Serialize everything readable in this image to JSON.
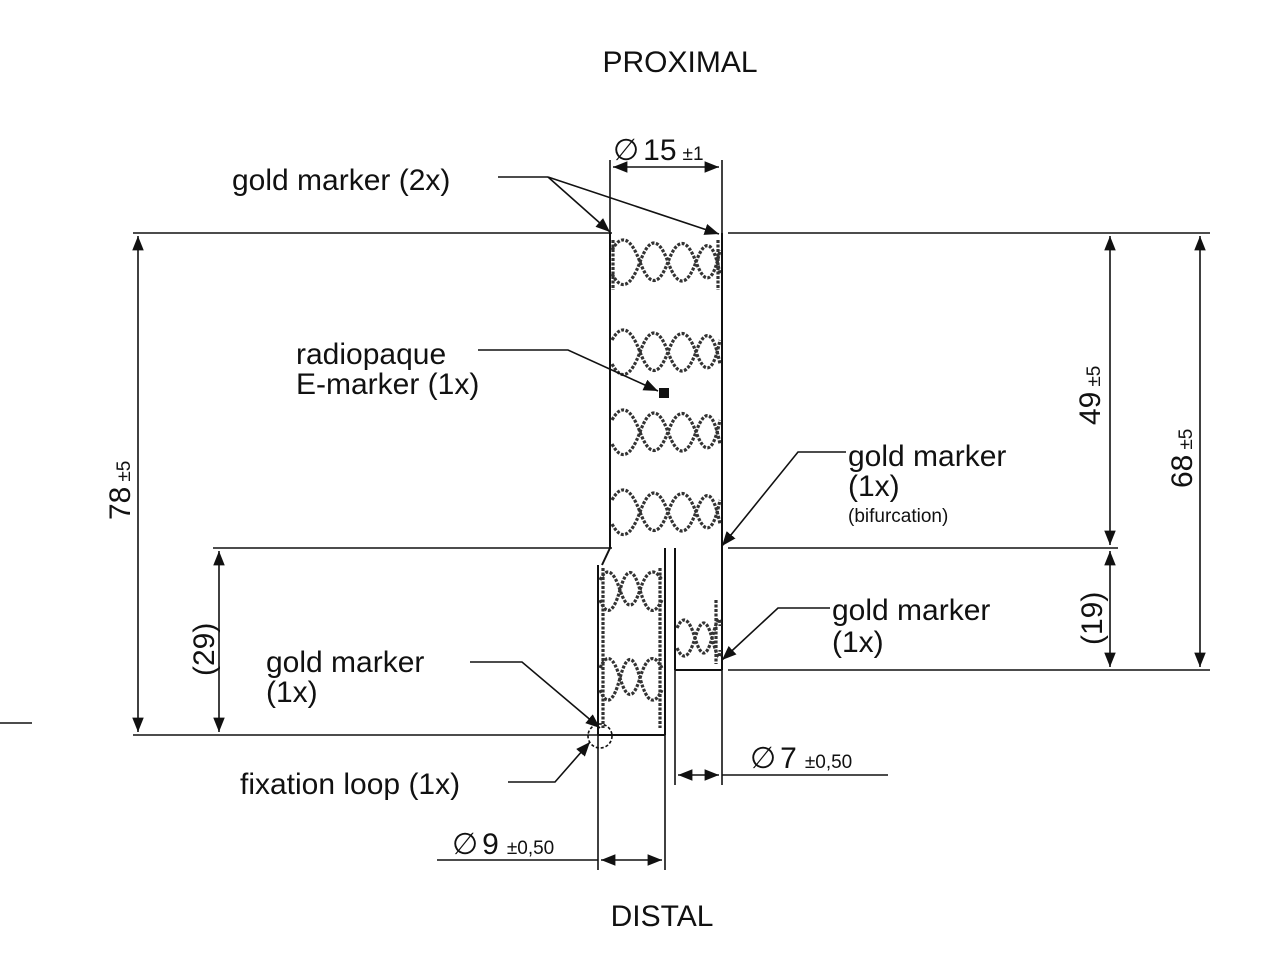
{
  "orientation": {
    "top_label": "PROXIMAL",
    "bottom_label": "DISTAL"
  },
  "callouts": {
    "gold_marker_2x": "gold marker (2x)",
    "radiopaque_line1": "radiopaque",
    "radiopaque_line2": "E-marker (1x)",
    "gold_marker_bif_line1": "gold marker",
    "gold_marker_bif_line2": "(1x)",
    "gold_marker_bif_note": "(bifurcation)",
    "gold_marker_right_line1": "gold marker",
    "gold_marker_right_line2": "(1x)",
    "gold_marker_left_line1": "gold marker",
    "gold_marker_left_line2": "(1x)",
    "fixation_loop": "fixation loop (1x)"
  },
  "dimensions": {
    "total_length": {
      "value": "78",
      "tolerance": "±5"
    },
    "main_body_length": {
      "value": "49",
      "tolerance": "±5"
    },
    "ipsi_length": {
      "value": "68",
      "tolerance": "±5"
    },
    "left_leg_length": {
      "value": "(29)"
    },
    "right_leg_length": {
      "value": "(19)"
    },
    "proximal_diameter": {
      "symbol": "∅",
      "value": "15",
      "tolerance": "±1"
    },
    "contra_diameter": {
      "symbol": "∅",
      "value": "7",
      "tolerance": "±0,50"
    },
    "ipsi_diameter": {
      "symbol": "∅",
      "value": "9",
      "tolerance": "±0,50"
    }
  }
}
